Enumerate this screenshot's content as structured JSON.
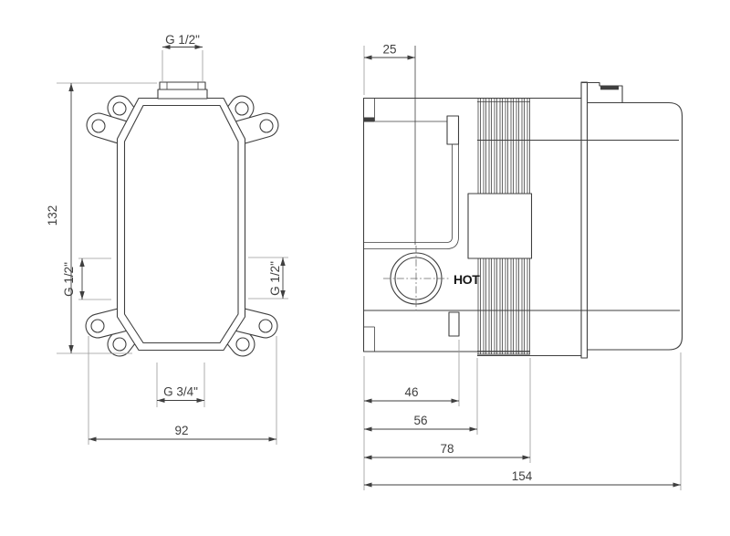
{
  "drawing": {
    "front_view": {
      "top_port_label": "G 1/2\"",
      "height_label": "132",
      "left_port_label": "G 1/2\"",
      "right_port_label": "G 1/2\"",
      "bottom_port_label": "G 3/4\"",
      "width_label": "92"
    },
    "side_view": {
      "front_depth_label": "25",
      "hot_label": "HOT",
      "depth_46_label": "46",
      "depth_56_label": "56",
      "depth_78_label": "78",
      "overall_depth_label": "154"
    },
    "colors": {
      "line": "#3f3f3f",
      "dim_text": "#3f3f3f",
      "light_line": "#9a9a9a",
      "background": "#ffffff"
    }
  }
}
